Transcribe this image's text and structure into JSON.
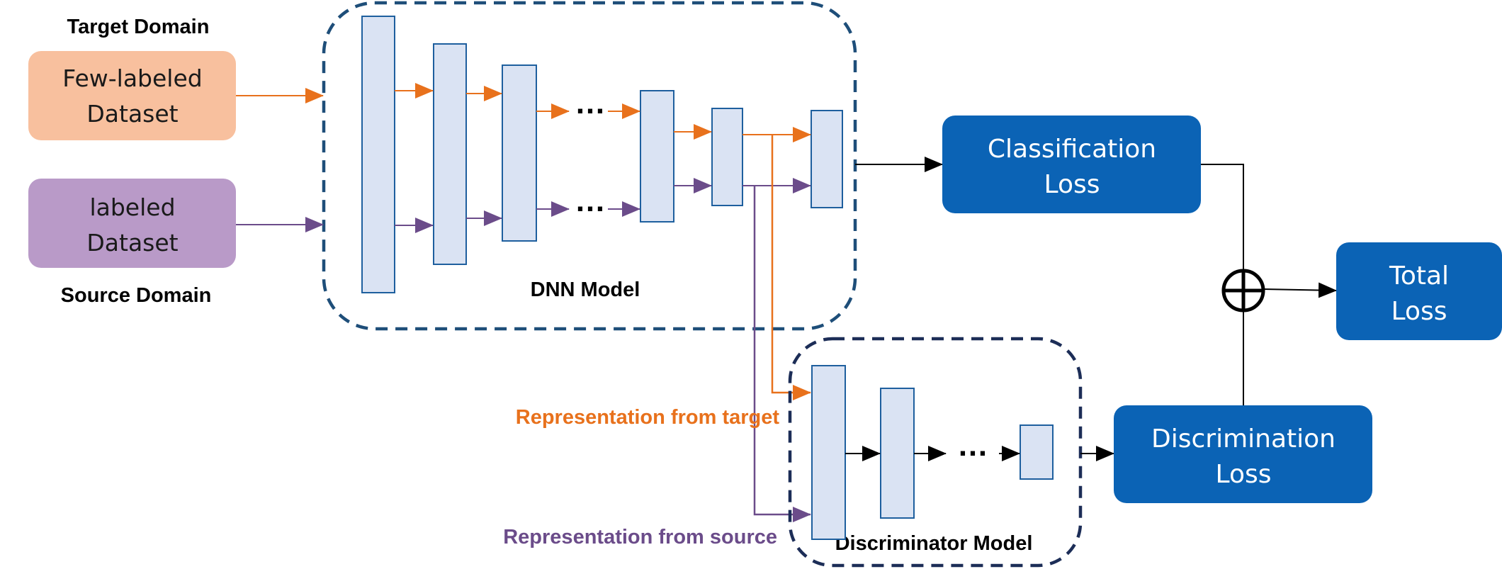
{
  "source_inputs": {
    "target_domain_label": "Target Domain",
    "source_domain_label": "Source Domain",
    "target_box": {
      "line1": "Few-labeled",
      "line2": "Dataset"
    },
    "source_box": {
      "line1": "labeled",
      "line2": "Dataset"
    }
  },
  "dnn_model": {
    "title": "DNN Model",
    "ellipsis": "…"
  },
  "discriminator_model": {
    "title": "Discriminator Model",
    "ellipsis": "…"
  },
  "representations": {
    "target_label": "Representation from target",
    "source_label": "Representation from source"
  },
  "losses": {
    "classification": {
      "line1": "Classification",
      "line2": "Loss"
    },
    "discrimination": {
      "line1": "Discrimination",
      "line2": "Loss"
    },
    "total": {
      "line1": "Total",
      "line2": "Loss"
    }
  },
  "colors": {
    "target_orange": "#E8711C",
    "target_box_fill": "#F8C09E",
    "source_purple": "#6B4C8A",
    "source_box_fill": "#B99AC8",
    "layer_fill": "#DAE3F3",
    "layer_stroke": "#1E5F9E",
    "loss_fill": "#0B63B5",
    "dash_stroke": "#1E4E79",
    "disc_dash_stroke": "#1C2D57"
  },
  "icons": {
    "sum": "circled-plus-icon"
  }
}
